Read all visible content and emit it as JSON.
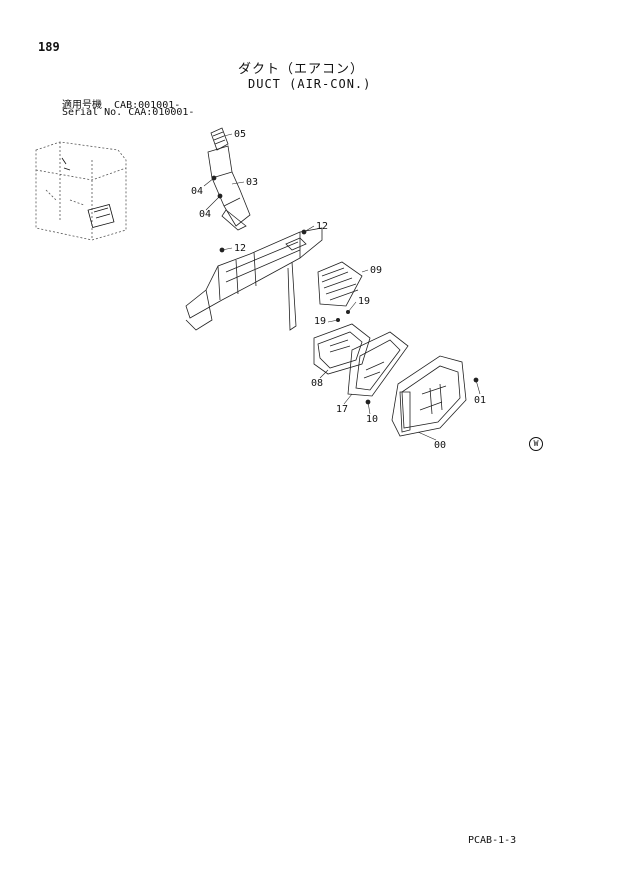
{
  "page": {
    "number": "189",
    "title_jp": "ダクト（エアコン）",
    "title_en": "DUCT (AIR-CON.)",
    "serial_jp": "適用号機  CAB:001001-",
    "serial_en": "Serial No. CAA:010001-",
    "doc_code": "PCAB-1-3",
    "mark": "W"
  },
  "callouts": {
    "c05": "05",
    "c03": "03",
    "c04a": "04",
    "c04b": "04",
    "c12a": "12",
    "c12b": "12",
    "c09": "09",
    "c19a": "19",
    "c19b": "19",
    "c08": "08",
    "c17": "17",
    "c10": "10",
    "c01": "01",
    "c00": "00"
  }
}
